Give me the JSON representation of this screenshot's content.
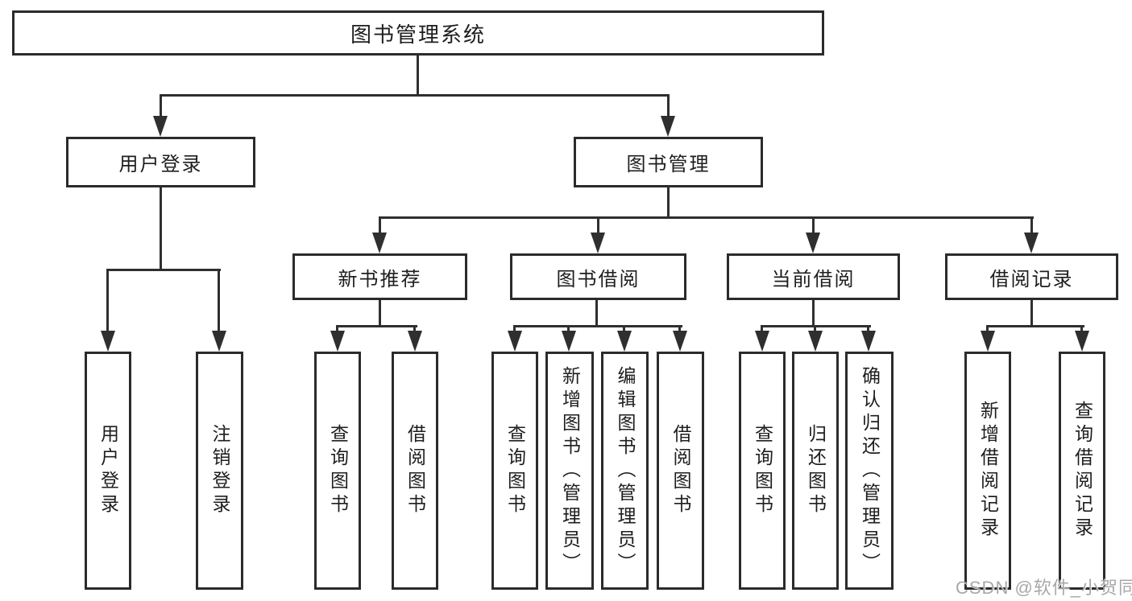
{
  "tree": {
    "root": {
      "label": "图书管理系统"
    },
    "branches": [
      {
        "label": "用户登录",
        "leaves": [
          "用户登录",
          "注销登录"
        ]
      },
      {
        "label": "图书管理",
        "groups": [
          {
            "label": "新书推荐",
            "leaves": [
              "查询图书",
              "借阅图书"
            ]
          },
          {
            "label": "图书借阅",
            "leaves": [
              "查询图书",
              "新增图书（管理员）",
              "编辑图书（管理员）",
              "借阅图书"
            ]
          },
          {
            "label": "当前借阅",
            "leaves": [
              "查询图书",
              "归还图书",
              "确认归还（管理员）"
            ]
          },
          {
            "label": "借阅记录",
            "leaves": [
              "新增借阅记录",
              "查询借阅记录"
            ]
          }
        ]
      }
    ]
  },
  "watermark": {
    "text": "CSDN @软件_小贺同学"
  },
  "colors": {
    "line": "#2f2f2f",
    "border": "#2b2b2b",
    "text": "#1e1e1e",
    "bg": "#ffffff",
    "watermark": "#a8a8a8"
  }
}
